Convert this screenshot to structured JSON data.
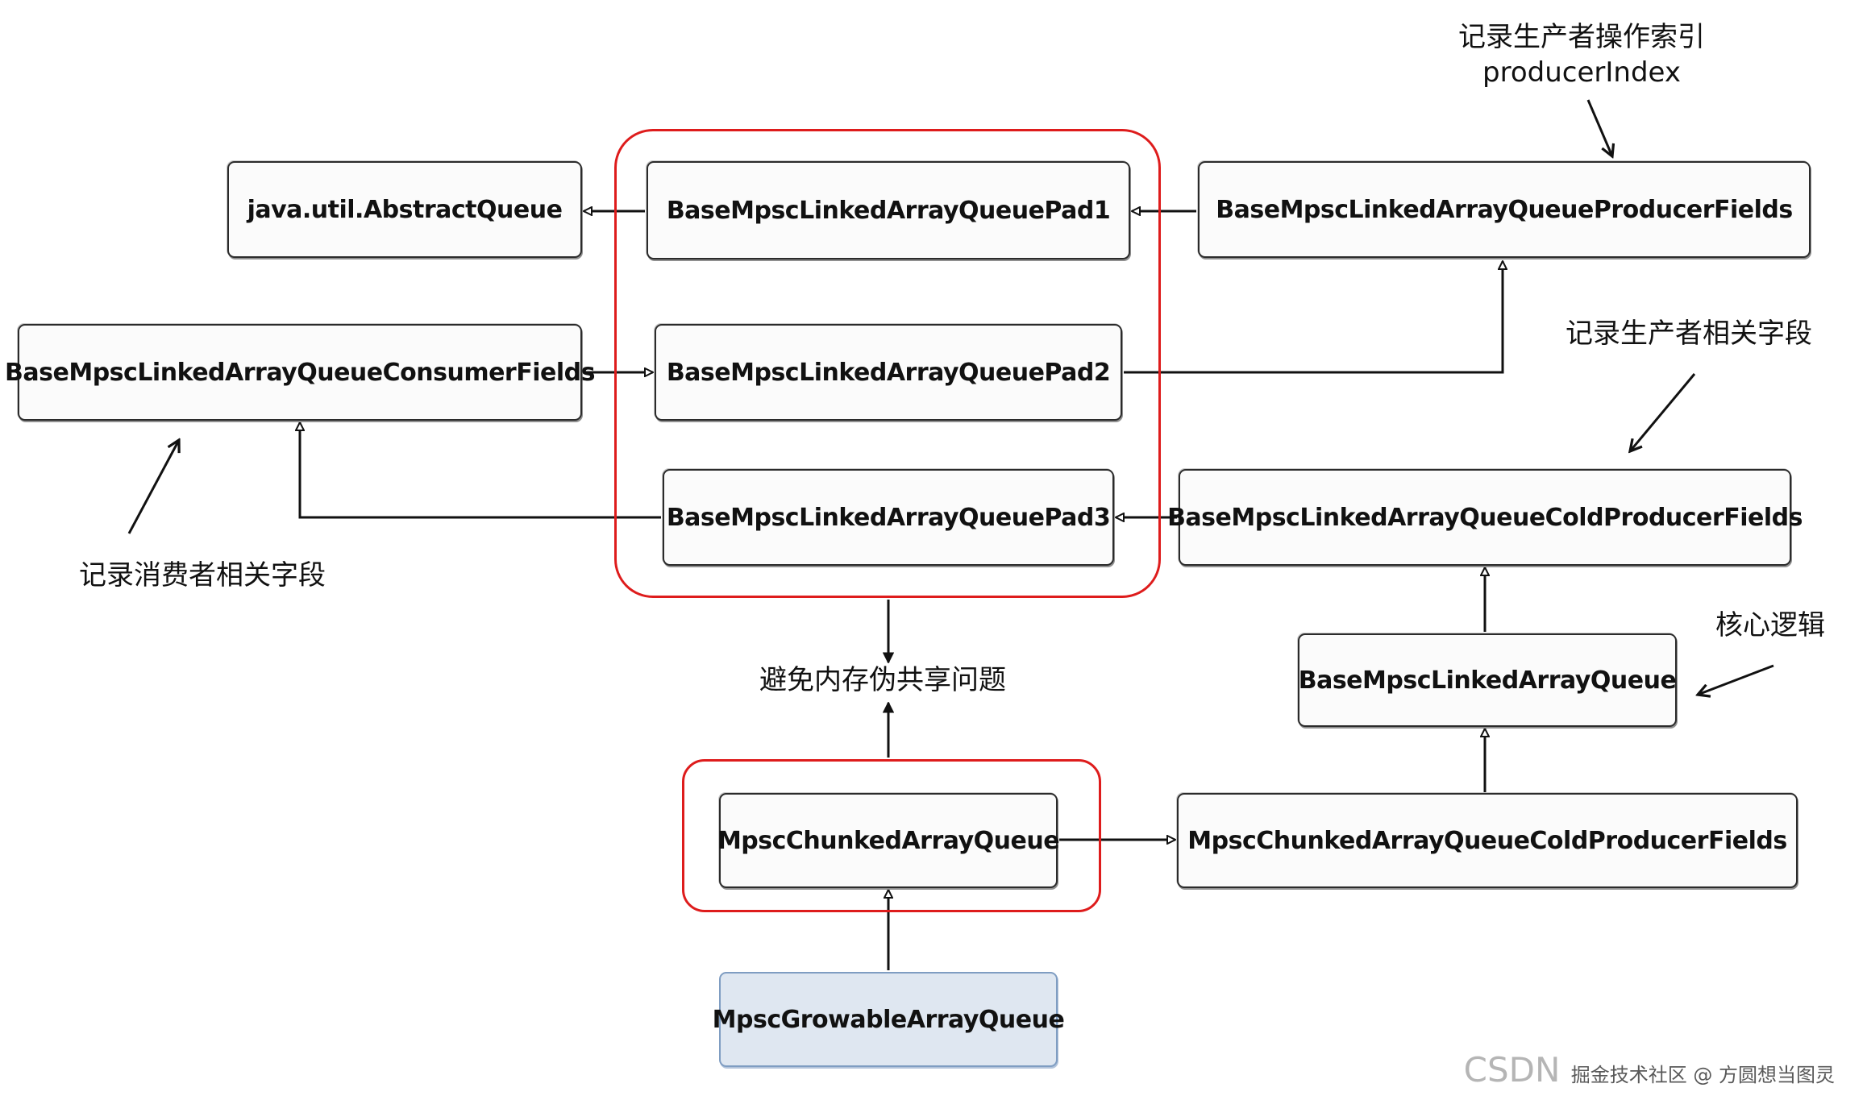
{
  "boxes": {
    "abstract_queue": "java.util.AbstractQueue",
    "pad1": "BaseMpscLinkedArrayQueuePad1",
    "producer_fields": "BaseMpscLinkedArrayQueueProducerFields",
    "consumer_fields": "BaseMpscLinkedArrayQueueConsumerFields",
    "pad2": "BaseMpscLinkedArrayQueuePad2",
    "pad3": "BaseMpscLinkedArrayQueuePad3",
    "cold_producer_fields": "BaseMpscLinkedArrayQueueColdProducerFields",
    "base_queue": "BaseMpscLinkedArrayQueue",
    "chunked_queue": "MpscChunkedArrayQueue",
    "chunked_cold_producer_fields": "MpscChunkedArrayQueueColdProducerFields",
    "growable_queue": "MpscGrowableArrayQueue"
  },
  "annotations": {
    "producer_index_title": "记录生产者操作索引",
    "producer_index_field": "producerIndex",
    "producer_related": "记录生产者相关字段",
    "consumer_related": "记录消费者相关字段",
    "false_sharing": "避免内存伪共享问题",
    "core_logic": "核心逻辑"
  },
  "watermark": {
    "brand": "CSDN",
    "text": "掘金技术社区 @ 方圆想当图灵"
  },
  "colors": {
    "highlight_frame": "#de1c1c",
    "line": "#111111",
    "growable_fill": "#dfe7f1"
  }
}
